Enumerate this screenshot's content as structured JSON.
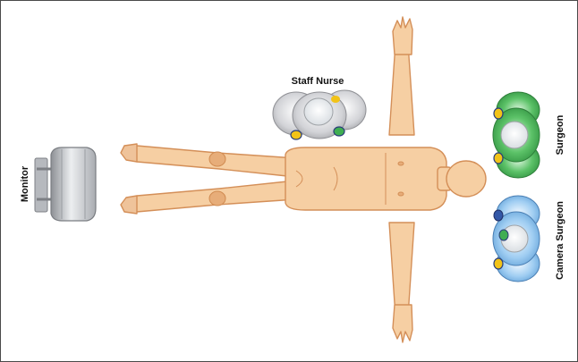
{
  "labels": {
    "monitor": "Monitor",
    "staff_nurse": "Staff Nurse",
    "surgeon": "Surgeon",
    "camera_surgeon": "Camera Surgeon"
  },
  "colors": {
    "frame": "#4a4a4a",
    "skin": "#f6cfa3",
    "skin_shade": "#e7ad79",
    "skin_outline": "#d48f58",
    "nurse_gown": "#cfcfd3",
    "surgeon_gown": "#3fae52",
    "camera_surgeon_gown": "#8ec3ee",
    "accent_yellow": "#f2c318",
    "accent_blue": "#3358a8",
    "monitor_body": "#c9cbcf"
  },
  "icons": {
    "monitor": "monitor-icon",
    "nurse": "staff-nurse-figure",
    "surgeon": "surgeon-figure",
    "camera_surgeon": "camera-surgeon-figure",
    "patient": "patient-figure"
  }
}
